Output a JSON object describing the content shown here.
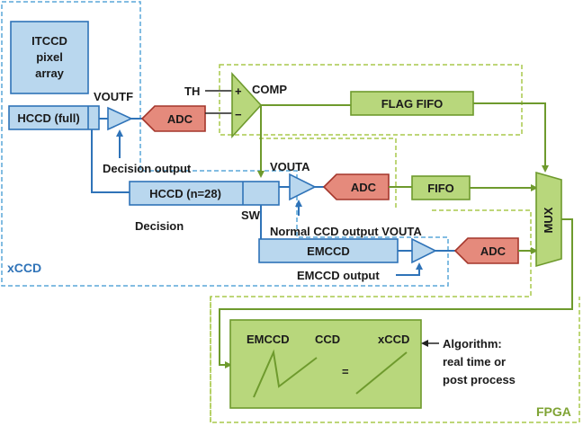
{
  "labels": {
    "itccd_line1": "ITCCD",
    "itccd_line2": "pixel",
    "itccd_line3": "array",
    "hccd_full": "HCCD (full)",
    "voutf": "VOUTF",
    "adc": "ADC",
    "th": "TH",
    "plus": "+",
    "minus": "−",
    "comp": "COMP",
    "flag_fifo": "FLAG FIFO",
    "decision_output": "Decision output",
    "vouta": "VOUTA",
    "hccd_n28": "HCCD (n=28)",
    "fifo": "FIFO",
    "sw": "SW",
    "decision": "Decision",
    "normal_output": "Normal CCD output VOUTA",
    "mux": "MUX",
    "emccd": "EMCCD",
    "emccd_output": "EMCCD output",
    "xccd": "xCCD",
    "fpga": "FPGA",
    "plot_emccd": "EMCCD",
    "plot_ccd": "CCD",
    "plot_xccd": "xCCD",
    "plot_equals": "=",
    "algorithm_line1": "Algorithm:",
    "algorithm_line2": "real time or",
    "algorithm_line3": "post process"
  },
  "colors": {
    "blue_fill": "#b9d7ee",
    "blue_stroke": "#2f73b8",
    "green_fill": "#b8d77c",
    "green_stroke": "#6e9a2d",
    "red_fill": "#e58a7c",
    "red_stroke": "#a4362b",
    "xccd_boundary": "#5aa7d8",
    "fpga_boundary": "#a9c94c"
  }
}
